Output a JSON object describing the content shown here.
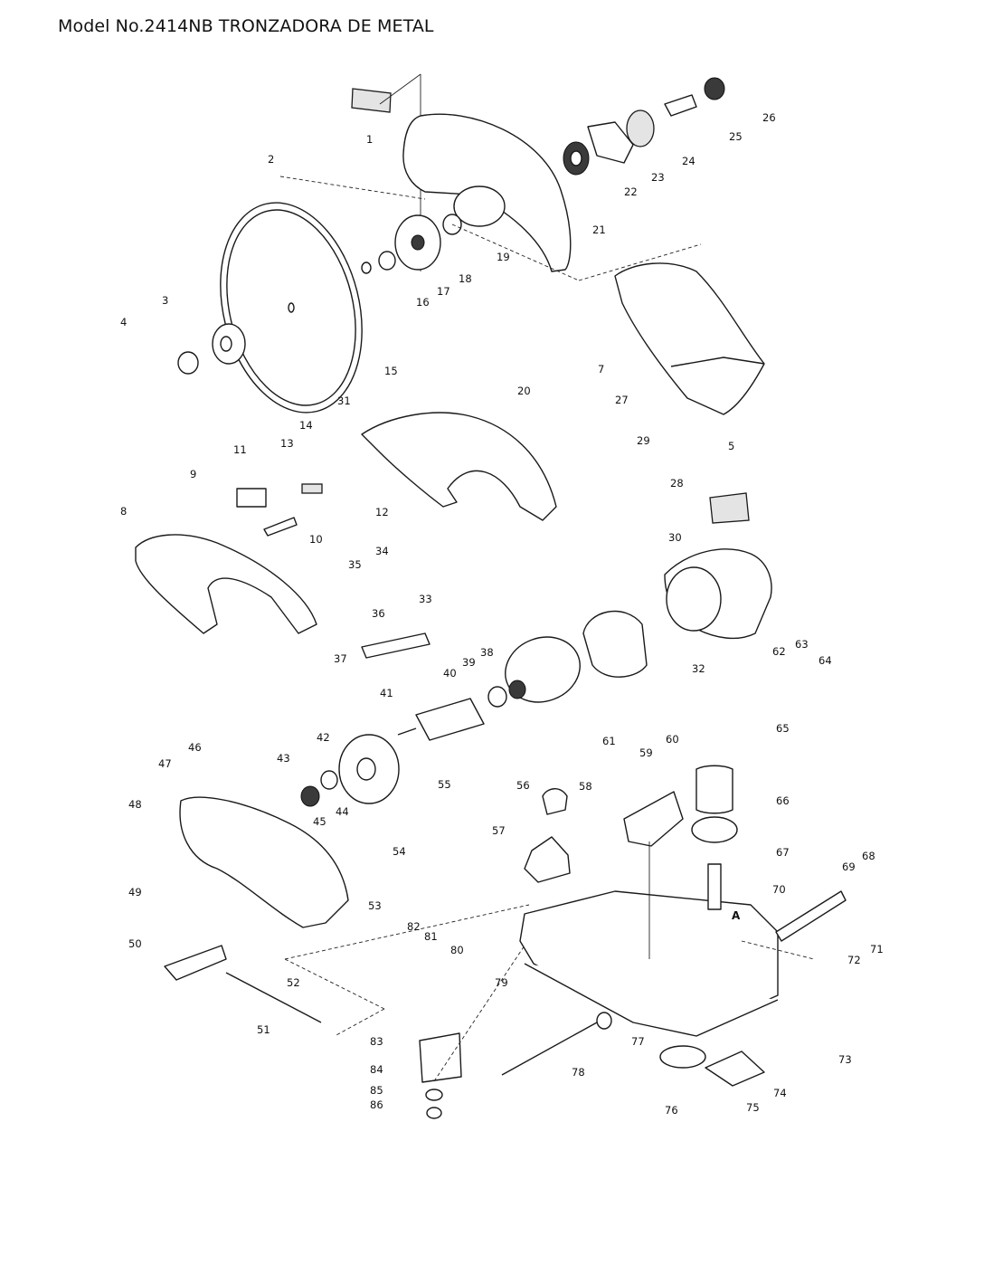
{
  "title": "Model No.2414NB TRONZADORA DE METAL",
  "callouts": [
    "1",
    "2",
    "3",
    "4",
    "5",
    "7",
    "8",
    "9",
    "10",
    "11",
    "12",
    "13",
    "14",
    "15",
    "16",
    "17",
    "18",
    "19",
    "20",
    "21",
    "22",
    "23",
    "24",
    "25",
    "26",
    "27",
    "28",
    "29",
    "30",
    "31",
    "32",
    "33",
    "34",
    "35",
    "36",
    "37",
    "38",
    "39",
    "40",
    "41",
    "42",
    "43",
    "44",
    "45",
    "46",
    "47",
    "48",
    "49",
    "50",
    "51",
    "52",
    "53",
    "54",
    "55",
    "56",
    "57",
    "58",
    "59",
    "60",
    "61",
    "62",
    "63",
    "64",
    "65",
    "66",
    "67",
    "68",
    "69",
    "70",
    "71",
    "72",
    "73",
    "74",
    "75",
    "76",
    "77",
    "78",
    "79",
    "80",
    "81",
    "82",
    "83",
    "84",
    "85",
    "86"
  ],
  "reference_marks": [
    "A"
  ]
}
